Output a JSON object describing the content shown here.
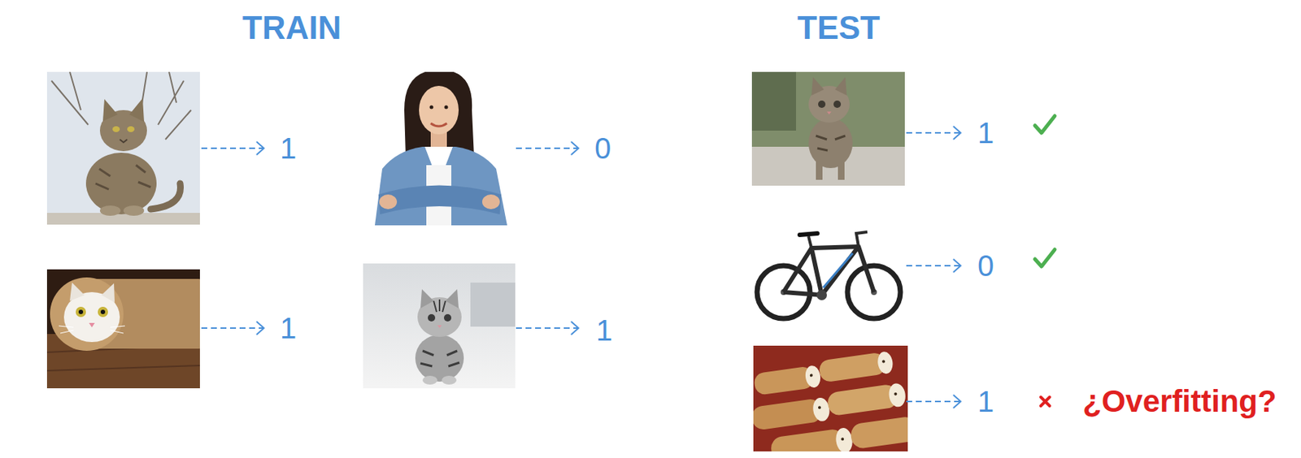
{
  "diagram": {
    "labels": [
      "TRAIN",
      "TEST",
      "1",
      "0",
      "1",
      "1",
      "1",
      "0",
      "1",
      "¿Overfitting?"
    ]
  }
}
